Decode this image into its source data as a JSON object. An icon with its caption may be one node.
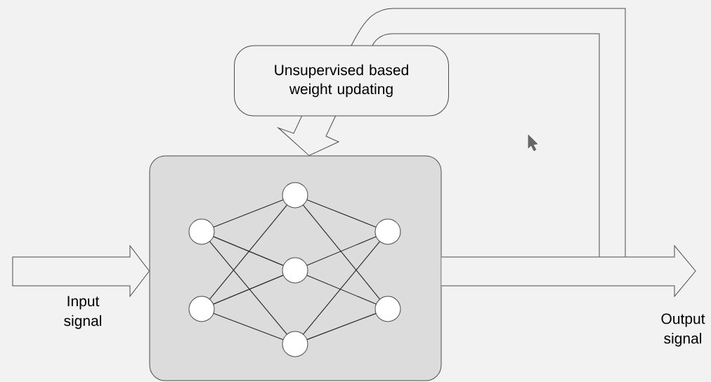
{
  "diagram": {
    "nodes": [
      {
        "text": [],
        "shape": "box"
      },
      {
        "text": [],
        "shape": "circle",
        "in": 0
      },
      {
        "text": [],
        "shape": "circle",
        "in": 0
      },
      {
        "text": [],
        "shape": "circle",
        "in": 0
      },
      {
        "text": [],
        "shape": "circle",
        "in": 0
      },
      {
        "text": [],
        "shape": "circle",
        "in": 0
      },
      {
        "text": [],
        "shape": "circle",
        "in": 0
      },
      {
        "text": [],
        "shape": "circle",
        "in": 0
      },
      {
        "text": [
          "Unsupervised based weight updating"
        ]
      }
    ],
    "edges": [
      {
        "from": null,
        "to": 0,
        "arrow": "to"
      },
      {
        "from": 0,
        "to": null,
        "arrow": "to"
      },
      {
        "from": null,
        "to": 8,
        "arrow": "none"
      },
      {
        "from": 8,
        "to": 0,
        "arrow": "to"
      },
      {
        "from": 1,
        "to": 3,
        "arrow": "none"
      },
      {
        "from": 1,
        "to": 4,
        "arrow": "none"
      },
      {
        "from": 1,
        "to": 5,
        "arrow": "none"
      },
      {
        "from": 2,
        "to": 3,
        "arrow": "none"
      },
      {
        "from": 2,
        "to": 4,
        "arrow": "none"
      },
      {
        "from": 2,
        "to": 5,
        "arrow": "none"
      },
      {
        "from": 3,
        "to": 6,
        "arrow": "none"
      },
      {
        "from": 3,
        "to": 7,
        "arrow": "none"
      },
      {
        "from": 4,
        "to": 6,
        "arrow": "none"
      },
      {
        "from": 4,
        "to": 7,
        "arrow": "none"
      },
      {
        "from": 5,
        "to": 6,
        "arrow": "none"
      },
      {
        "from": 5,
        "to": 7,
        "arrow": "none"
      }
    ],
    "labels": [
      "Input signal",
      "Output signal"
    ]
  }
}
